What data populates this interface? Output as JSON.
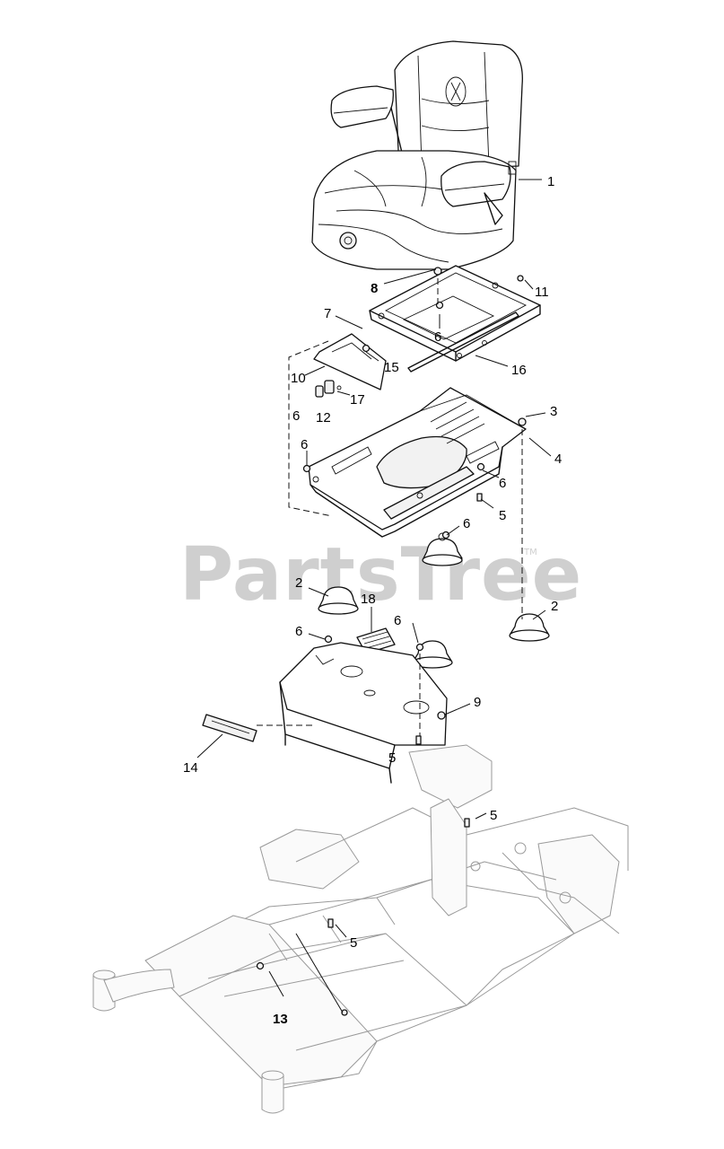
{
  "watermark": {
    "text": "PartsTree",
    "trademark": "TM"
  },
  "callouts": [
    {
      "id": "c1",
      "label": "1"
    },
    {
      "id": "c8",
      "label": "8"
    },
    {
      "id": "c11",
      "label": "11"
    },
    {
      "id": "c7",
      "label": "7"
    },
    {
      "id": "c6a",
      "label": "6"
    },
    {
      "id": "c15",
      "label": "15"
    },
    {
      "id": "c16",
      "label": "16"
    },
    {
      "id": "c10",
      "label": "10"
    },
    {
      "id": "c17",
      "label": "17"
    },
    {
      "id": "c6b",
      "label": "6"
    },
    {
      "id": "c12",
      "label": "12"
    },
    {
      "id": "c3",
      "label": "3"
    },
    {
      "id": "c4",
      "label": "4"
    },
    {
      "id": "c6c",
      "label": "6"
    },
    {
      "id": "c6d",
      "label": "6"
    },
    {
      "id": "c5a",
      "label": "5"
    },
    {
      "id": "c6e",
      "label": "6"
    },
    {
      "id": "c2a",
      "label": "2"
    },
    {
      "id": "c18",
      "label": "18"
    },
    {
      "id": "c2b",
      "label": "2"
    },
    {
      "id": "c6f",
      "label": "6"
    },
    {
      "id": "c6g",
      "label": "6"
    },
    {
      "id": "c9",
      "label": "9"
    },
    {
      "id": "c5b",
      "label": "5"
    },
    {
      "id": "c14",
      "label": "14"
    },
    {
      "id": "c5c",
      "label": "5"
    },
    {
      "id": "c5d",
      "label": "5"
    },
    {
      "id": "c13",
      "label": "13"
    }
  ]
}
